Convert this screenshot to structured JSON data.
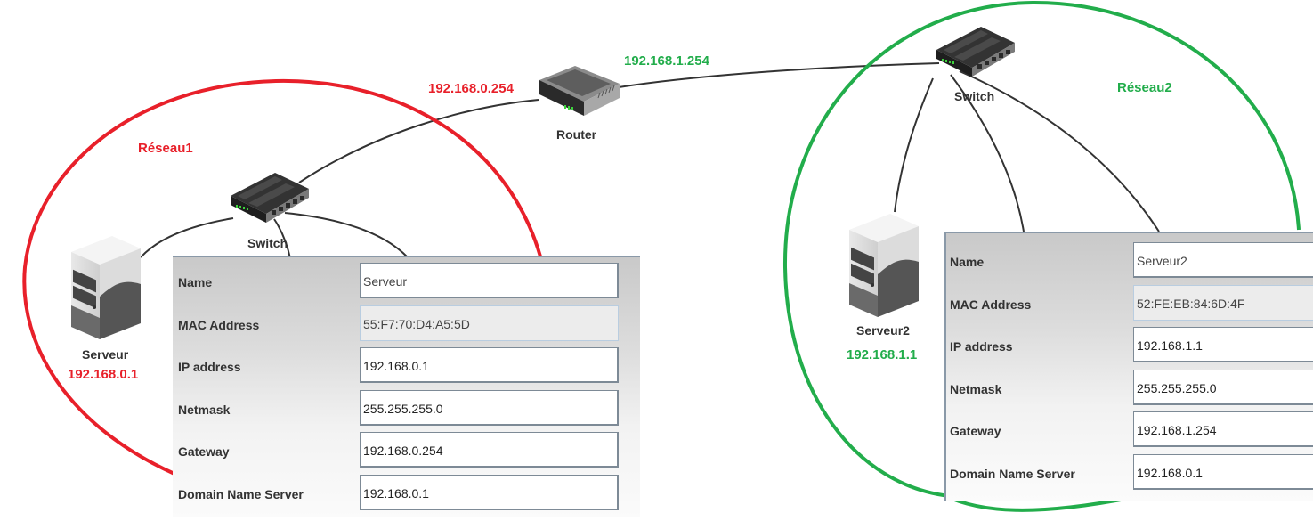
{
  "colors": {
    "network1": "#e8202a",
    "network2": "#22ad4b",
    "link": "#333333"
  },
  "networks": [
    {
      "name": "Réseau1",
      "color": "#e8202a"
    },
    {
      "name": "Réseau2",
      "color": "#22ad4b"
    }
  ],
  "router": {
    "label": "Router",
    "icon": "router-icon",
    "interfaces": [
      "192.168.0.254",
      "192.168.1.254"
    ]
  },
  "switch1": {
    "label": "Switch",
    "icon": "switch-icon"
  },
  "switch2": {
    "label": "Switch",
    "icon": "switch-icon"
  },
  "server1": {
    "label": "Serveur",
    "ip": "192.168.0.1",
    "icon": "server-icon"
  },
  "server2": {
    "label": "Serveur2",
    "ip": "192.168.1.1",
    "icon": "server-icon"
  },
  "panel1": {
    "rows": [
      {
        "key": "Name",
        "value": "Serveur",
        "readonly": false
      },
      {
        "key": "MAC Address",
        "value": "55:F7:70:D4:A5:5D",
        "readonly": true
      },
      {
        "key": "IP address",
        "value": "192.168.0.1",
        "readonly": false
      },
      {
        "key": "Netmask",
        "value": "255.255.255.0",
        "readonly": false
      },
      {
        "key": "Gateway",
        "value": "192.168.0.254",
        "readonly": false
      },
      {
        "key": "Domain Name Server",
        "value": "192.168.0.1",
        "readonly": false
      }
    ]
  },
  "panel2": {
    "rows": [
      {
        "key": "Name",
        "value": "Serveur2",
        "readonly": false
      },
      {
        "key": "MAC Address",
        "value": "52:FE:EB:84:6D:4F",
        "readonly": true
      },
      {
        "key": "IP address",
        "value": "192.168.1.1",
        "readonly": false
      },
      {
        "key": "Netmask",
        "value": "255.255.255.0",
        "readonly": false
      },
      {
        "key": "Gateway",
        "value": "192.168.1.254",
        "readonly": false
      },
      {
        "key": "Domain Name Server",
        "value": "192.168.0.1",
        "readonly": false
      }
    ]
  }
}
